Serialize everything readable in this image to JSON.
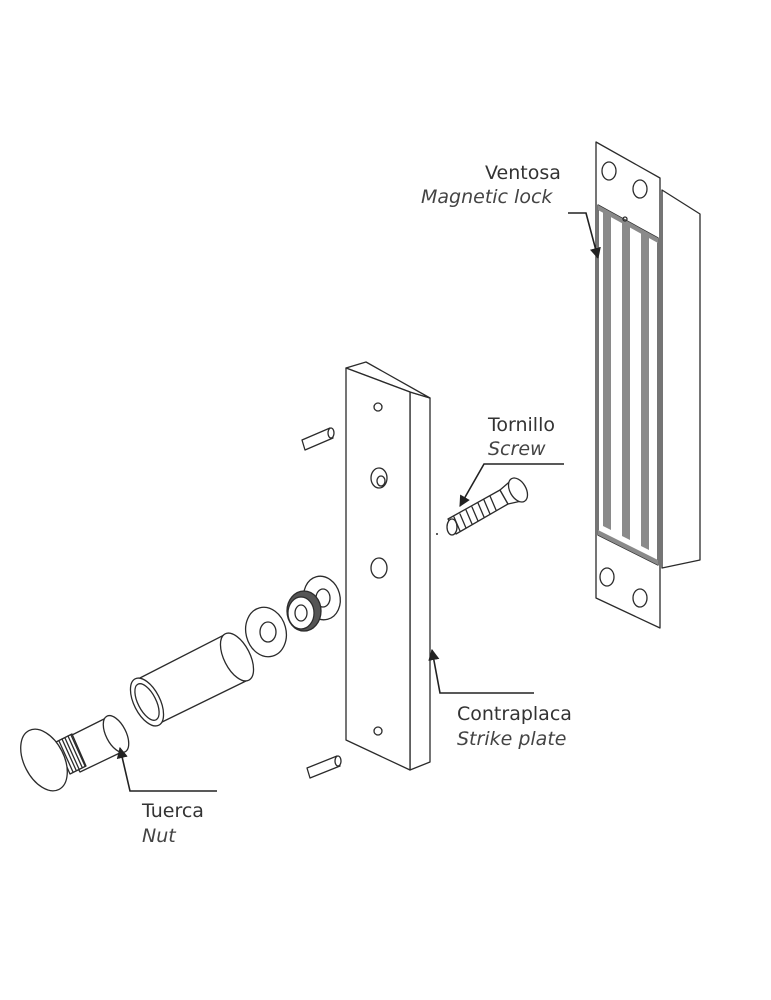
{
  "labels": {
    "magnetic_lock": {
      "es": "Ventosa",
      "en": "Magnetic lock"
    },
    "screw": {
      "es": "Tornillo",
      "en": "Screw"
    },
    "strike_plate": {
      "es": "Contraplaca",
      "en": "Strike plate"
    },
    "nut": {
      "es": "Tuerca",
      "en": "Nut"
    }
  },
  "colors": {
    "line": "#2b2b2b",
    "magnet_core": "#8a8a8a",
    "text": "#333333"
  }
}
